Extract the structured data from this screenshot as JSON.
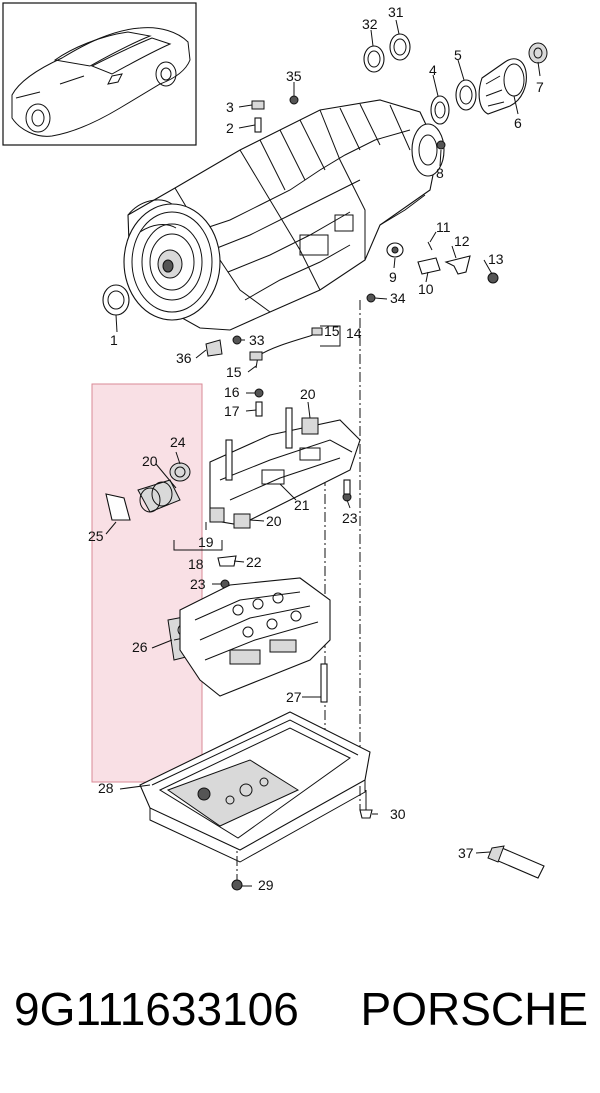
{
  "diagram": {
    "callouts": [
      "1",
      "2",
      "3",
      "4",
      "5",
      "6",
      "7",
      "8",
      "9",
      "10",
      "11",
      "12",
      "13",
      "14",
      "15",
      "15",
      "16",
      "17",
      "18",
      "19",
      "20",
      "20",
      "20",
      "21",
      "22",
      "23",
      "23",
      "24",
      "25",
      "26",
      "27",
      "28",
      "29",
      "30",
      "31",
      "32",
      "33",
      "34",
      "35",
      "36",
      "37"
    ],
    "highlight_color": "#f4c7cf",
    "highlight_border": "#d98a96"
  },
  "footer": {
    "part_number": "9G111633106",
    "brand": "PORSCHE"
  }
}
